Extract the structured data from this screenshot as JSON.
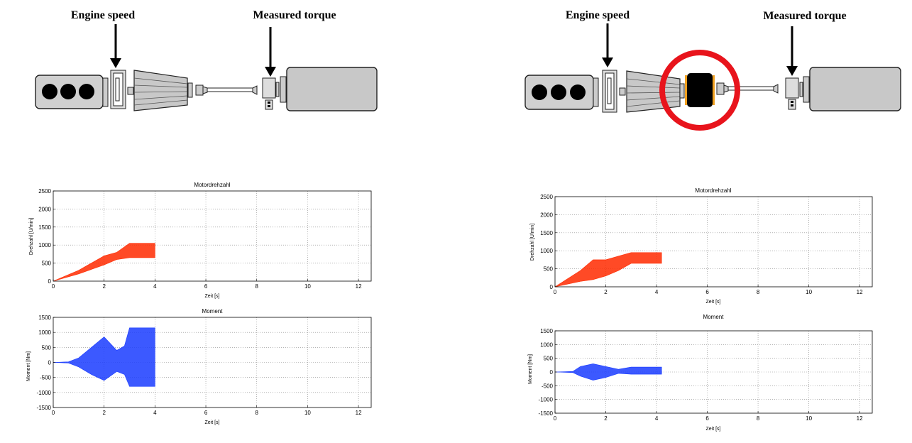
{
  "labels": {
    "left_engine_speed": "Engine speed",
    "left_measured_torque": "Measured torque",
    "right_engine_speed": "Engine speed",
    "right_measured_torque": "Measured torque"
  },
  "colors": {
    "speed_series": "#ff2a00",
    "torque_series": "#1a3cff",
    "highlight_ring": "#e8141c"
  },
  "chart_data": [
    {
      "type": "area",
      "panel": "left-top",
      "title": "Motordrehzahl",
      "xlabel": "Zeit [s]",
      "ylabel": "Drehzahl [U/min]",
      "xlim": [
        0,
        12.5
      ],
      "ylim": [
        0,
        2500
      ],
      "xticks": [
        0,
        2,
        4,
        6,
        8,
        10,
        12
      ],
      "yticks": [
        0,
        500,
        1000,
        1500,
        2000,
        2500
      ],
      "grid": true,
      "series": [
        {
          "x": [
            0,
            1,
            2,
            2.5,
            3,
            3.5,
            4
          ],
          "min": [
            0,
            200,
            450,
            600,
            650,
            650,
            650
          ],
          "max": [
            0,
            300,
            700,
            800,
            1050,
            1050,
            1050
          ]
        }
      ]
    },
    {
      "type": "area",
      "panel": "left-bottom",
      "title": "Moment",
      "xlabel": "Zeit [s]",
      "ylabel": "Moment [Nm]",
      "xlim": [
        0,
        12.5
      ],
      "ylim": [
        -1500,
        1500
      ],
      "xticks": [
        0,
        2,
        4,
        6,
        8,
        10,
        12
      ],
      "yticks": [
        -1500,
        -1000,
        -500,
        0,
        500,
        1000,
        1500
      ],
      "grid": true,
      "series": [
        {
          "x": [
            0,
            0.6,
            1,
            1.5,
            2,
            2.5,
            2.8,
            3,
            3.5,
            4
          ],
          "min": [
            0,
            -20,
            -150,
            -400,
            -600,
            -300,
            -400,
            -800,
            -800,
            -800
          ],
          "max": [
            0,
            20,
            150,
            500,
            850,
            400,
            550,
            1150,
            1150,
            1150
          ]
        }
      ]
    },
    {
      "type": "area",
      "panel": "right-top",
      "title": "Motordrehzahl",
      "xlabel": "Zeit [s]",
      "ylabel": "Drehzahl [U/min]",
      "xlim": [
        0,
        12.5
      ],
      "ylim": [
        0,
        2500
      ],
      "xticks": [
        0,
        2,
        4,
        6,
        8,
        10,
        12
      ],
      "yticks": [
        0,
        500,
        1000,
        1500,
        2000,
        2500
      ],
      "grid": true,
      "series": [
        {
          "x": [
            0,
            1,
            1.5,
            2,
            2.5,
            3,
            3.5,
            4,
            4.2
          ],
          "min": [
            0,
            150,
            200,
            300,
            450,
            650,
            650,
            650,
            650
          ],
          "max": [
            0,
            450,
            750,
            750,
            850,
            950,
            950,
            950,
            950
          ]
        }
      ]
    },
    {
      "type": "area",
      "panel": "right-bottom",
      "title": "Moment",
      "xlabel": "Zeit [s]",
      "ylabel": "Moment [Nm]",
      "xlim": [
        0,
        12.5
      ],
      "ylim": [
        -1500,
        1500
      ],
      "xticks": [
        0,
        2,
        4,
        6,
        8,
        10,
        12
      ],
      "yticks": [
        -1500,
        -1000,
        -500,
        0,
        500,
        1000,
        1500
      ],
      "grid": true,
      "series": [
        {
          "x": [
            0,
            0.7,
            1,
            1.5,
            2,
            2.5,
            3,
            3.5,
            4.2
          ],
          "min": [
            0,
            -20,
            -150,
            -300,
            -200,
            -50,
            -80,
            -80,
            -80
          ],
          "max": [
            0,
            20,
            200,
            300,
            200,
            100,
            180,
            180,
            180
          ]
        }
      ]
    }
  ]
}
